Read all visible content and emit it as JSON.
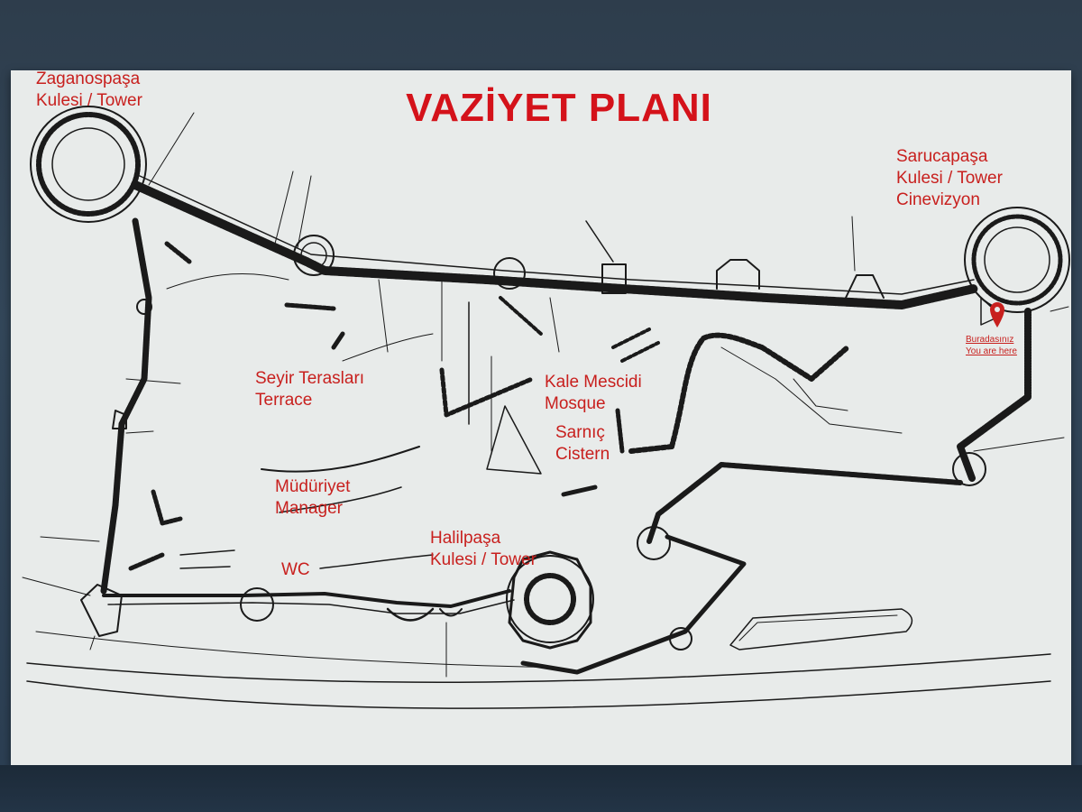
{
  "title": "VAZİYET PLANI",
  "labels": {
    "zaganos_1": "Zaganospaşa",
    "zaganos_2": "Kulesi / Tower",
    "sarucapasa_1": "Sarucapaşa",
    "sarucapasa_2": "Kulesi / Tower",
    "sarucapasa_3": "Cinevizyon",
    "seyir_1": "Seyir Terasları",
    "seyir_2": "Terrace",
    "mescit_1": "Kale Mescidi",
    "mescit_2": "Mosque",
    "sarnic_1": "Sarnıç",
    "sarnic_2": "Cistern",
    "mudur_1": "Müdüriyet",
    "mudur_2": "Manager",
    "halil_1": "Halilpaşa",
    "halil_2": "Kulesi / Tower",
    "wc": "WC",
    "here_1": "Buradasınız",
    "here_2": "You are here"
  },
  "colors": {
    "label_red": "#c8201e",
    "title_red": "#d4121a",
    "board": "#e8ebea",
    "ink": "#1a1a1a"
  },
  "icons": {
    "location_marker": "map-pin-icon"
  }
}
